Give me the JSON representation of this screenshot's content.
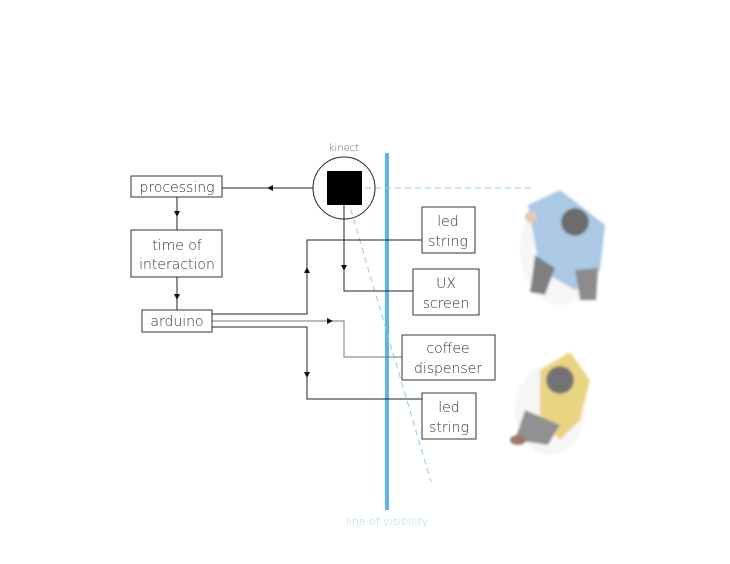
{
  "labels": {
    "kinect": "kinect",
    "processing": "processing",
    "time_of_interaction": [
      "time of",
      "interaction"
    ],
    "arduino": "arduino",
    "led_string_top": [
      "led",
      "string"
    ],
    "ux_screen": [
      "UX",
      "screen"
    ],
    "coffee_dispenser": [
      "coffee",
      "dispenser"
    ],
    "led_string_bottom": [
      "led",
      "string"
    ],
    "line_of_visibility": "line of visibility"
  },
  "colors": {
    "visibility_line": "#5ab4ee",
    "sight_line": "#8ccaf5",
    "stroke": "#222222"
  }
}
